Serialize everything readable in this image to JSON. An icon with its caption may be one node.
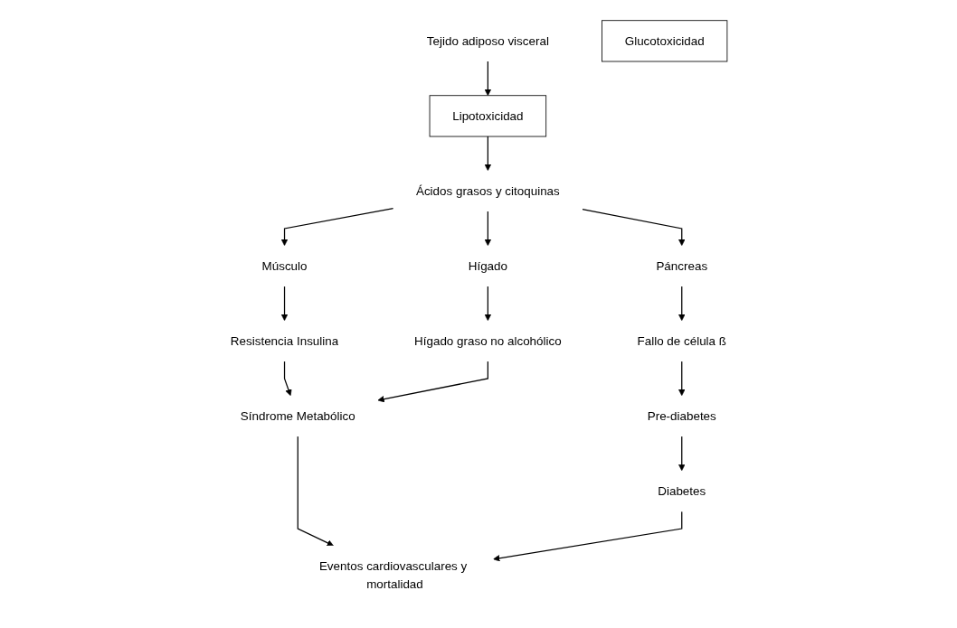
{
  "diagram": {
    "nodes": [
      {
        "text": [
          "Tejido adiposo visceral"
        ]
      },
      {
        "text": [
          "Lipotoxicidad"
        ]
      },
      {
        "text": [
          "Ácidos grasos y citoquinas"
        ]
      },
      {
        "text": [
          "Músculo"
        ]
      },
      {
        "text": [
          "Hígado"
        ]
      },
      {
        "text": [
          "Páncreas"
        ]
      },
      {
        "text": [
          "Resistencia Insulina"
        ]
      },
      {
        "text": [
          "Hígado graso no alcohólico"
        ]
      },
      {
        "text": [
          "Fallo de célula ß"
        ]
      },
      {
        "text": [
          "Síndrome Metabólico"
        ]
      },
      {
        "text": [
          "Pre-diabetes"
        ]
      },
      {
        "text": [
          "Glucotoxicidad"
        ]
      },
      {
        "text": [
          "Diabetes"
        ]
      },
      {
        "text": [
          "Eventos cardiovasculares y mortalidad"
        ]
      }
    ],
    "edges": [
      {
        "from": 0,
        "to": 1,
        "arrow": "to"
      },
      {
        "from": 1,
        "to": 2,
        "arrow": "to"
      },
      {
        "from": 2,
        "to": 3,
        "arrow": "to"
      },
      {
        "from": 2,
        "to": 4,
        "arrow": "to"
      },
      {
        "from": 2,
        "to": 5,
        "arrow": "to"
      },
      {
        "from": 3,
        "to": 6,
        "arrow": "to"
      },
      {
        "from": 4,
        "to": 7,
        "arrow": "to"
      },
      {
        "from": 5,
        "to": 8,
        "arrow": "to"
      },
      {
        "from": 6,
        "to": 9,
        "arrow": "to"
      },
      {
        "from": 7,
        "to": 9,
        "arrow": "to"
      },
      {
        "from": 8,
        "to": 10,
        "arrow": "to"
      },
      {
        "from": 10,
        "to": 12,
        "arrow": "to"
      },
      {
        "from": 9,
        "to": 13,
        "arrow": "to"
      },
      {
        "from": 12,
        "to": 13,
        "arrow": "to"
      }
    ]
  }
}
